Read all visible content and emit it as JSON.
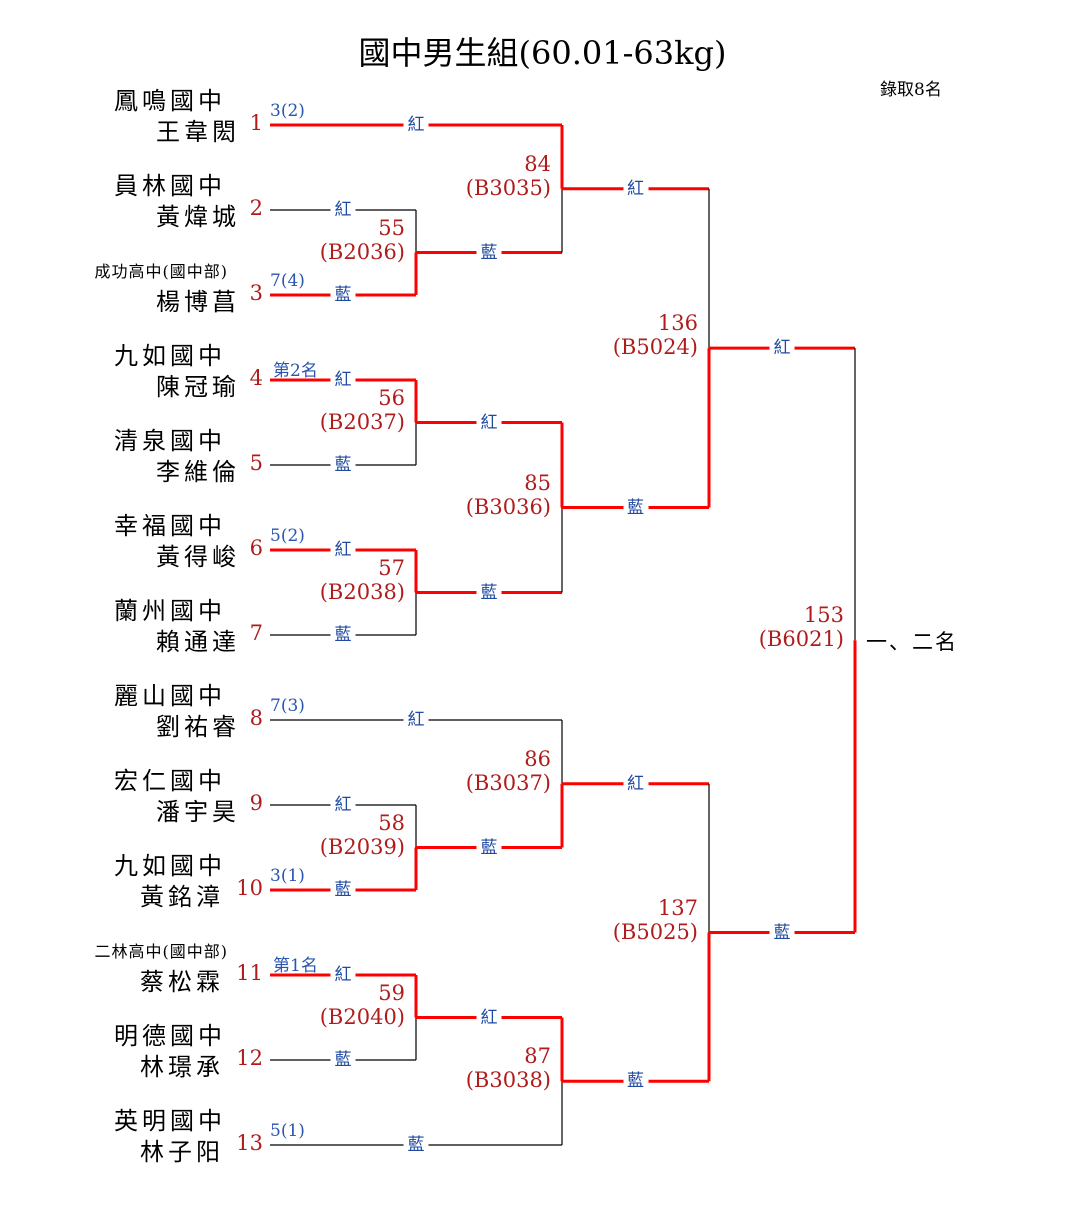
{
  "title": "國中男生組(60.01-63kg)",
  "quota": "錄取8名",
  "final_label": "一、二名",
  "colors": {
    "win_line": "#ff0000",
    "line": "#000000",
    "corner_text": "#1f4aa0",
    "number_text": "#b01c1c"
  },
  "players": [
    {
      "no": "1",
      "school": "鳳鳴國中",
      "name": "王韋閎",
      "seed": "3(2)",
      "corner": "紅"
    },
    {
      "no": "2",
      "school": "員林國中",
      "name": "黃煒城",
      "seed": "",
      "corner": "紅"
    },
    {
      "no": "3",
      "school": "成功高中(國中部)",
      "name": "楊博菖",
      "seed": "7(4)",
      "corner": "藍"
    },
    {
      "no": "4",
      "school": "九如國中",
      "name": "陳冠瑜",
      "seed": "第2名",
      "corner": "紅"
    },
    {
      "no": "5",
      "school": "清泉國中",
      "name": "李維倫",
      "seed": "",
      "corner": "藍"
    },
    {
      "no": "6",
      "school": "幸福國中",
      "name": "黃得峻",
      "seed": "5(2)",
      "corner": "紅"
    },
    {
      "no": "7",
      "school": "蘭州國中",
      "name": "賴通達",
      "seed": "",
      "corner": "藍"
    },
    {
      "no": "8",
      "school": "麗山國中",
      "name": "劉祐睿",
      "seed": "7(3)",
      "corner": "紅"
    },
    {
      "no": "9",
      "school": "宏仁國中",
      "name": "潘宇昊",
      "seed": "",
      "corner": "紅"
    },
    {
      "no": "10",
      "school": "九如國中",
      "name": "黃銘漳",
      "seed": "3(1)",
      "corner": "藍"
    },
    {
      "no": "11",
      "school": "二林高中(國中部)",
      "name": "蔡松霖",
      "seed": "第1名",
      "corner": "紅"
    },
    {
      "no": "12",
      "school": "明德國中",
      "name": "林璟承",
      "seed": "",
      "corner": "藍"
    },
    {
      "no": "13",
      "school": "英明國中",
      "name": "林子阳",
      "seed": "5(1)",
      "corner": "藍"
    }
  ],
  "matches": [
    {
      "no": "55",
      "code": "(B2036)",
      "corner": "藍",
      "winner": "bottom"
    },
    {
      "no": "84",
      "code": "(B3035)",
      "corner": "紅",
      "winner": "top"
    },
    {
      "no": "56",
      "code": "(B2037)",
      "corner": "紅",
      "winner": "top"
    },
    {
      "no": "57",
      "code": "(B2038)",
      "corner": "藍",
      "winner": "top"
    },
    {
      "no": "85",
      "code": "(B3036)",
      "corner": "藍",
      "winner": "top"
    },
    {
      "no": "136",
      "code": "(B5024)",
      "corner": "紅",
      "winner": "bottom"
    },
    {
      "no": "58",
      "code": "(B2039)",
      "corner": "藍",
      "winner": "bottom"
    },
    {
      "no": "86",
      "code": "(B3037)",
      "corner": "紅",
      "winner": "bottom"
    },
    {
      "no": "59",
      "code": "(B2040)",
      "corner": "紅",
      "winner": "top"
    },
    {
      "no": "87",
      "code": "(B3038)",
      "corner": "藍",
      "winner": "top"
    },
    {
      "no": "137",
      "code": "(B5025)",
      "corner": "藍",
      "winner": "bottom"
    },
    {
      "no": "153",
      "code": "(B6021)",
      "corner": "",
      "winner": "bottom"
    }
  ]
}
